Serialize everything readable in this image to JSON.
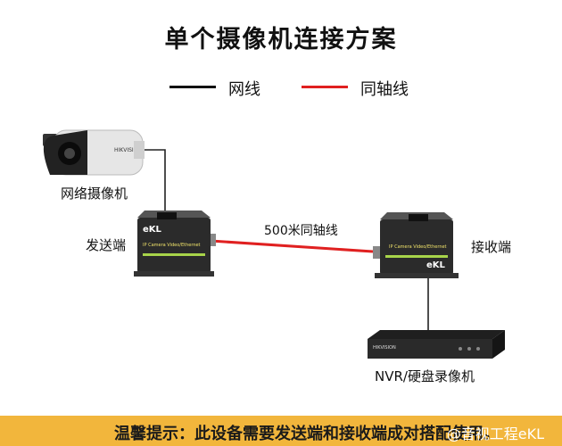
{
  "title": "单个摄像机连接方案",
  "legend": {
    "network_label": "网线",
    "coax_label": "同轴线",
    "network_color": "#111111",
    "coax_color": "#e02020"
  },
  "labels": {
    "camera": "网络摄像机",
    "sender": "发送端",
    "receiver": "接收端",
    "cable": "500米同轴线",
    "nvr": "NVR/硬盘录像机"
  },
  "devices": {
    "brand": "eKL",
    "device_text": "IP Camera Video/Ethernet",
    "camera_brand": "HIKVISION",
    "nvr_brand": "HIKVISION"
  },
  "footer": {
    "notice": "温馨提示：此设备需要发送端和接收端成对搭配使用。",
    "watermark": "@音视工程eKL"
  }
}
